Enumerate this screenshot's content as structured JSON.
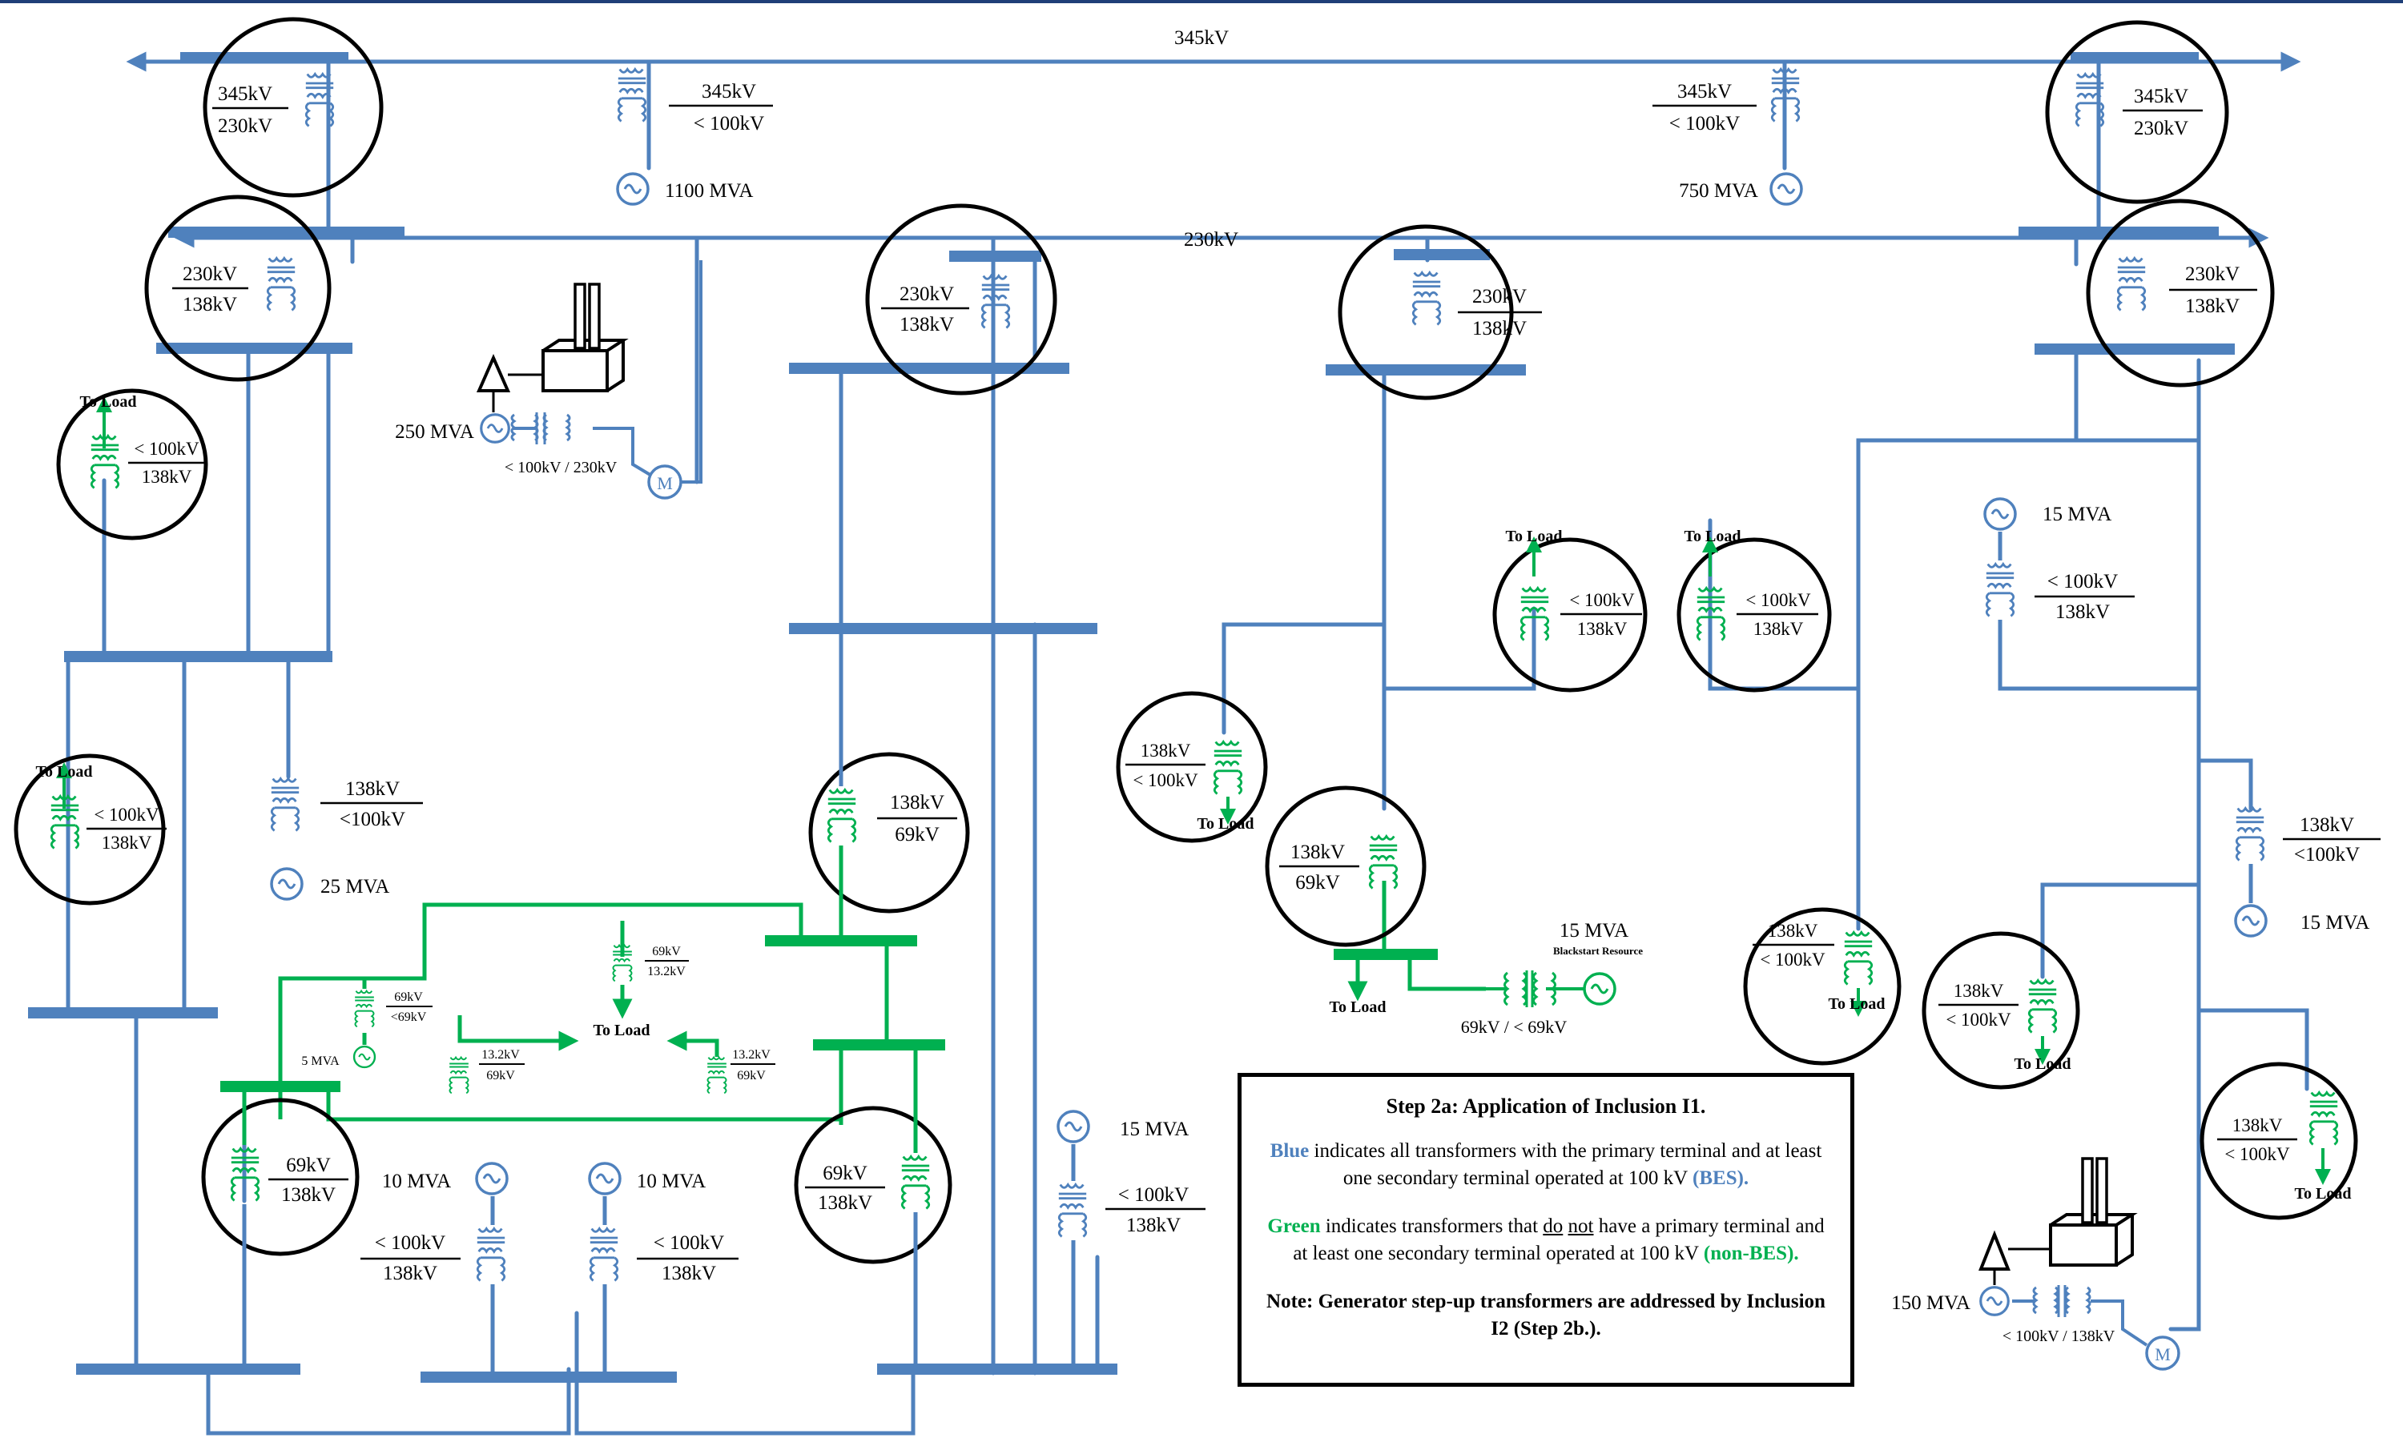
{
  "colors": {
    "bes": "#4f81bd",
    "non_bes": "#00b050",
    "circle": "#000000",
    "rule": "#1f3f78"
  },
  "buses": {
    "main_345": "345kV",
    "main_230": "230kV"
  },
  "xfmr_345_230_left": {
    "top": "345kV",
    "bottom": "230kV"
  },
  "xfmr_345_230_right": {
    "top": "345kV",
    "bottom": "230kV"
  },
  "gsu_1100": {
    "top": "345kV",
    "bottom": "< 100kV",
    "gen": "1100 MVA"
  },
  "gsu_750": {
    "top": "345kV",
    "bottom": "< 100kV",
    "gen": "750 MVA"
  },
  "xfmr_230_138_a": {
    "top": "230kV",
    "bottom": "138kV"
  },
  "xfmr_230_138_b": {
    "top": "230kV",
    "bottom": "138kV"
  },
  "xfmr_230_138_c": {
    "top": "230kV",
    "bottom": "138kV"
  },
  "xfmr_230_138_d": {
    "top": "230kV",
    "bottom": "138kV"
  },
  "plant_250": {
    "gen": "250 MVA",
    "ratio": "< 100kV / 230kV"
  },
  "load_xfmr_a": {
    "label": "To Load",
    "top": "< 100kV",
    "bottom": "138kV"
  },
  "load_xfmr_b": {
    "label": "To Load",
    "top": "< 100kV",
    "bottom": "138kV"
  },
  "gsu_25": {
    "top": "138kV",
    "bottom": "<100kV",
    "gen": "25 MVA"
  },
  "xfmr_138_69_a": {
    "top": "138kV",
    "bottom": "69kV"
  },
  "xfmr_69_138_a": {
    "top": "69kV",
    "bottom": "138kV"
  },
  "xfmr_69_138_b": {
    "top": "69kV",
    "bottom": "138kV"
  },
  "small_69_13": {
    "top": "69kV",
    "bottom": "13.2kV"
  },
  "small_69_gen": {
    "top": "69kV",
    "bottom": "<69kV",
    "gen": "5 MVA"
  },
  "small_13_69_a": {
    "top": "13.2kV",
    "bottom": "69kV"
  },
  "small_13_69_b": {
    "top": "13.2kV",
    "bottom": "69kV"
  },
  "center_load": "To Load",
  "gsu_10_a": {
    "gen": "10 MVA",
    "top": "< 100kV",
    "bottom": "138kV"
  },
  "gsu_10_b": {
    "gen": "10 MVA",
    "top": "< 100kV",
    "bottom": "138kV"
  },
  "gsu_15_a": {
    "gen": "15 MVA",
    "top": "< 100kV",
    "bottom": "138kV"
  },
  "load_xfmr_c": {
    "label": "To Load",
    "top": "138kV",
    "bottom": "< 100kV"
  },
  "load_xfmr_d": {
    "label": "To Load",
    "top": "< 100kV",
    "bottom": "138kV"
  },
  "load_xfmr_e": {
    "label": "To Load",
    "top": "< 100kV",
    "bottom": "138kV"
  },
  "xfmr_138_69_b": {
    "top": "138kV",
    "bottom": "69kV"
  },
  "blackstart": {
    "gen": "15 MVA",
    "sub": "Blackstart Resource",
    "ratio": "69kV / < 69kV",
    "load": "To Load"
  },
  "gsu_15_b": {
    "gen": "15 MVA",
    "top": "< 100kV",
    "bottom": "138kV"
  },
  "gsu_15_c": {
    "top": "138kV",
    "bottom": "<100kV",
    "gen": "15 MVA"
  },
  "load_xfmr_f": {
    "label": "To Load",
    "top": "138kV",
    "bottom": "< 100kV"
  },
  "load_xfmr_g": {
    "label": "To Load",
    "top": "138kV",
    "bottom": "< 100kV"
  },
  "load_xfmr_h": {
    "label": "To Load",
    "top": "138kV",
    "bottom": "< 100kV"
  },
  "plant_150": {
    "gen": "150 MVA",
    "ratio": "< 100kV / 138kV"
  },
  "legend": {
    "title": "Step 2a: Application of Inclusion I1.",
    "blue_word": "Blue",
    "blue_text": "indicates all transformers with the primary terminal and at least one secondary terminal operated at 100 kV",
    "blue_tag": "(BES).",
    "green_word": "Green",
    "green_text_1": "indicates transformers that",
    "green_do": "do",
    "green_not": "not",
    "green_text_2": "have a primary terminal and at least one secondary terminal operated at 100 kV",
    "green_tag": "(non-BES).",
    "note": "Note: Generator step-up transformers are addressed by Inclusion I2 (Step 2b.)."
  }
}
